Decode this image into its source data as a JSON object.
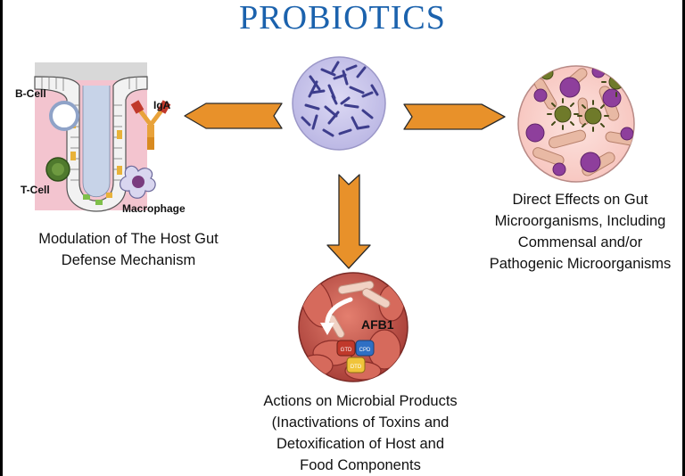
{
  "title": "PROBIOTICS",
  "panels": {
    "host": {
      "caption_line1": "Modulation of The Host Gut",
      "caption_line2": "Defense Mechanism",
      "labels": {
        "b_cell": "B-Cell",
        "t_cell": "T-Cell",
        "iga": "IgA",
        "macrophage": "Macrophage"
      }
    },
    "direct": {
      "caption_line1": "Direct Effects on Gut",
      "caption_line2": "Microorganisms, Including",
      "caption_line3": "Commensal and/or",
      "caption_line4": "Pathogenic Microorganisms"
    },
    "actions": {
      "caption_line1": "Actions on Microbial Products",
      "caption_line2": "(Inactivations of Toxins and",
      "caption_line3": "Detoxification of Host and",
      "caption_line4": "Food Components",
      "labels": {
        "afb1": "AFB1",
        "gtd": "GTD",
        "cpd": "CPD",
        "dtd": "DTD"
      }
    }
  },
  "colors": {
    "title": "#1b62ad",
    "arrow": "#e8912a",
    "arrow_outline": "#2a2a2a",
    "bacteria": "#3d3d8c",
    "probiotic_bg": "#c9c6ea",
    "tissue_pink": "#f3c4cf"
  }
}
